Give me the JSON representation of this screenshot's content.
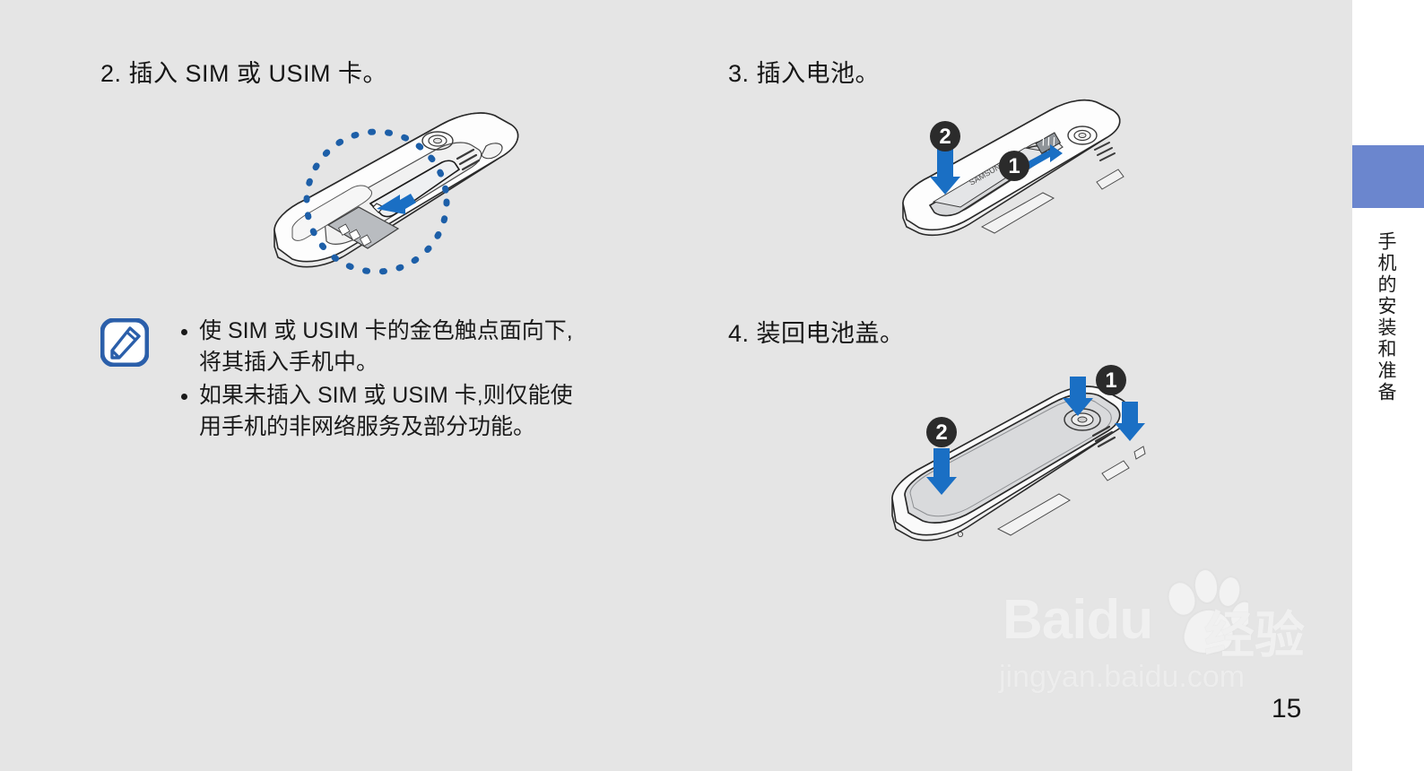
{
  "document": {
    "page_number": "15",
    "background_color": "#e5e5e5",
    "accent_blue": "#1a6fc4",
    "tab_color": "#6b86ce"
  },
  "steps": [
    {
      "id": "step-2",
      "heading": "2. 插入 SIM 或 USIM 卡。"
    },
    {
      "id": "step-3",
      "heading": "3. 插入电池。"
    },
    {
      "id": "step-4",
      "heading": "4. 装回电池盖。"
    }
  ],
  "note": {
    "icon_name": "note-pencil-icon",
    "items": [
      {
        "lines": [
          "使 SIM 或 USIM 卡的金色触点面向下,",
          "将其插入手机中。"
        ]
      },
      {
        "lines": [
          "如果未插入 SIM 或 USIM 卡,则仅能使",
          "用手机的非网络服务及部分功能。"
        ]
      }
    ]
  },
  "illustrations": [
    {
      "id": "illus-sim",
      "name": "phone-sim-slot-illustration",
      "caption_markers": [],
      "highlight": "dashed-blue-circle"
    },
    {
      "id": "illus-batt",
      "name": "phone-battery-insert-illustration",
      "battery_label": "SAMSUNG",
      "caption_markers": [
        "1",
        "2"
      ]
    },
    {
      "id": "illus-cover",
      "name": "phone-back-cover-illustration",
      "caption_markers": [
        "1",
        "2"
      ]
    }
  ],
  "side_tab": {
    "label": "手机的安装和准备",
    "color": "#6b86ce"
  },
  "watermark": {
    "brand": "Baidu",
    "brand_cn": "经验",
    "url": "jingyan.baidu.com"
  }
}
